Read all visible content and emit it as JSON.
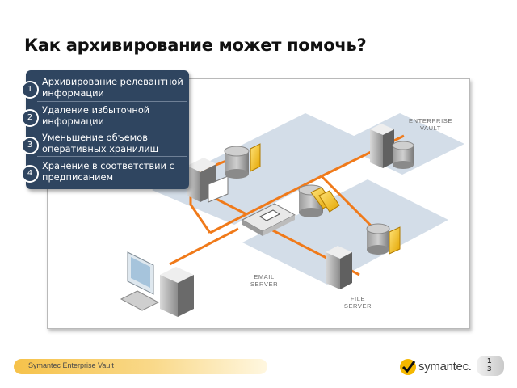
{
  "slide": {
    "title": "Как архивирование может помочь?"
  },
  "steps": [
    {
      "number": "1",
      "label": "Архивирование релевантной информации"
    },
    {
      "number": "2",
      "label": "Удаление избыточной информации"
    },
    {
      "number": "3",
      "label": "Уменьшение объемов оперативных хранилищ"
    },
    {
      "number": "4",
      "label": "Хранение в соответствии с предписанием"
    }
  ],
  "diagram": {
    "enterprise_vault_label_1": "ENTERPRISE",
    "enterprise_vault_label_2": "VAULT",
    "email_server_label_1": "EMAIL",
    "email_server_label_2": "SERVER",
    "file_server_label_1": "FILE",
    "file_server_label_2": "SERVER",
    "connection_color": "#f07a1a",
    "platform_color": "#d3dde8"
  },
  "footer": {
    "product": "Symantec Enterprise Vault",
    "brand": "symantec.",
    "page_top": "1",
    "page_bottom": "3"
  }
}
